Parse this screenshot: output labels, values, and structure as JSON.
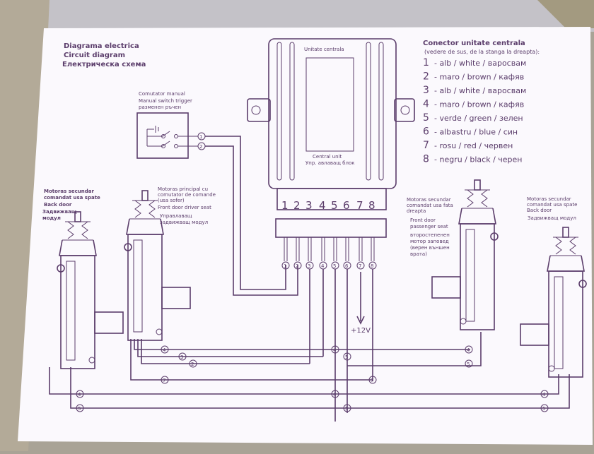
{
  "title": {
    "ro": "Diagrama electrica",
    "en": "Circuit diagram",
    "bg": "Електрическа схема"
  },
  "switch": {
    "lines": [
      "Comutator manual",
      "Manual switch trigger",
      "разменен ръчен"
    ],
    "pins": [
      "1",
      "2"
    ]
  },
  "central_unit": {
    "top_label": "Unitate centrala",
    "label_en": "Central unit",
    "label_bg": "Упр. авлаващ блок",
    "pins": [
      "1",
      "2",
      "3",
      "4",
      "5",
      "6",
      "7",
      "8"
    ]
  },
  "connector": {
    "title": "Conector unitate centrala",
    "subtitle": "(vedere de sus, de la stanga la dreapta):",
    "items": [
      {
        "n": "1",
        "text": "- alb / white / варосвам"
      },
      {
        "n": "2",
        "text": "- maro / brown / кафяв"
      },
      {
        "n": "3",
        "text": "- alb / white / варосвам"
      },
      {
        "n": "4",
        "text": "- maro / brown / кафяв"
      },
      {
        "n": "5",
        "text": "- verde / green / зелен"
      },
      {
        "n": "6",
        "text": "- albastru / blue / син"
      },
      {
        "n": "7",
        "text": "- rosu / red / червен"
      },
      {
        "n": "8",
        "text": "- negru / black / черен"
      }
    ]
  },
  "motors": {
    "back_left": [
      "Motoras secundar",
      "comandat usa spate",
      "Back door",
      "Задвижващ",
      "модул"
    ],
    "driver": [
      "Motoras principal cu",
      "comutator de comande",
      "(usa sofer)",
      "Front door driver seat",
      "Управлаващ",
      "задвижващ модул"
    ],
    "passenger": [
      "Motoras secundar",
      "comandat usa fata",
      "dreapta",
      "Front door",
      "passenger seat",
      "второстепенен",
      "мотор заповед",
      "(верен външен",
      "врата)"
    ],
    "back_right": [
      "Motoras secundar",
      "comandat usa spate",
      "Back door",
      "Задвижващ модул"
    ]
  },
  "power": {
    "label": "+12V"
  },
  "wire_tags": [
    "1",
    "2",
    "3",
    "4",
    "5",
    "6",
    "7",
    "8"
  ]
}
